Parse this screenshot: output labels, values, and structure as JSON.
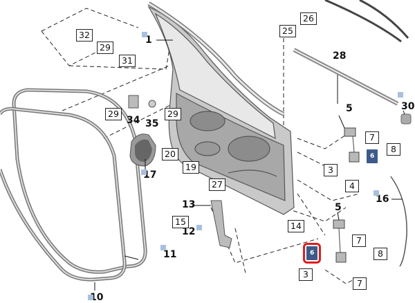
{
  "colors": {
    "line": "#222222",
    "accent_blue": "#3d5a8a",
    "accent_light": "#a9c0dd",
    "highlight": "#e01d1d",
    "part": "#8c8c8c"
  },
  "labels": {
    "l1": "1",
    "l3a": "3",
    "l3b": "3",
    "l4": "4",
    "l5a": "5",
    "l5b": "5",
    "l6a": "6",
    "l6b": "6",
    "l7a": "7",
    "l7b": "7",
    "l7c": "7",
    "l8a": "8",
    "l8b": "8",
    "l10": "10",
    "l11": "11",
    "l12": "12",
    "l13": "13",
    "l14": "14",
    "l15": "15",
    "l16": "16",
    "l17": "17",
    "l19": "19",
    "l20": "20",
    "l25": "25",
    "l26": "26",
    "l27": "27",
    "l28": "28",
    "l29a": "29",
    "l29b": "29",
    "l29c": "29",
    "l30": "30",
    "l31": "31",
    "l32": "32",
    "l34": "34",
    "l35": "35"
  }
}
